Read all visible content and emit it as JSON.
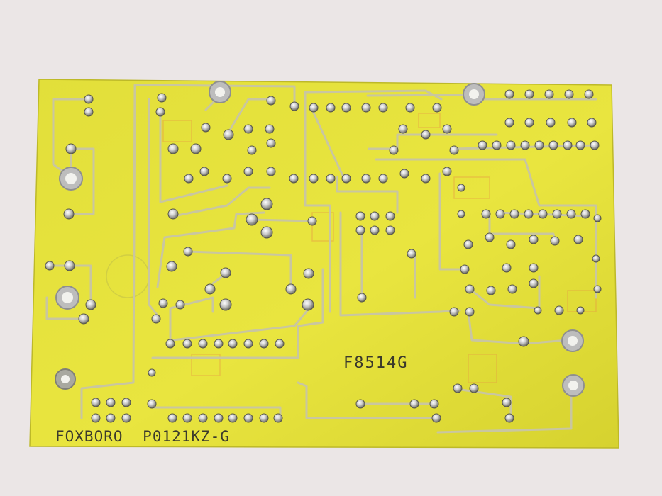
{
  "board": {
    "brand_label": "FOXBORO",
    "part_number": "P0121KZ-G",
    "model_code": "F8514G"
  },
  "colors": {
    "background": "#ebe6e6",
    "substrate": "#e5e23a",
    "substrate_dark": "#cfcb28",
    "trace": "#c9c6a0",
    "solder": "#dcdcdc",
    "silkscreen": "#3b3a2c"
  }
}
